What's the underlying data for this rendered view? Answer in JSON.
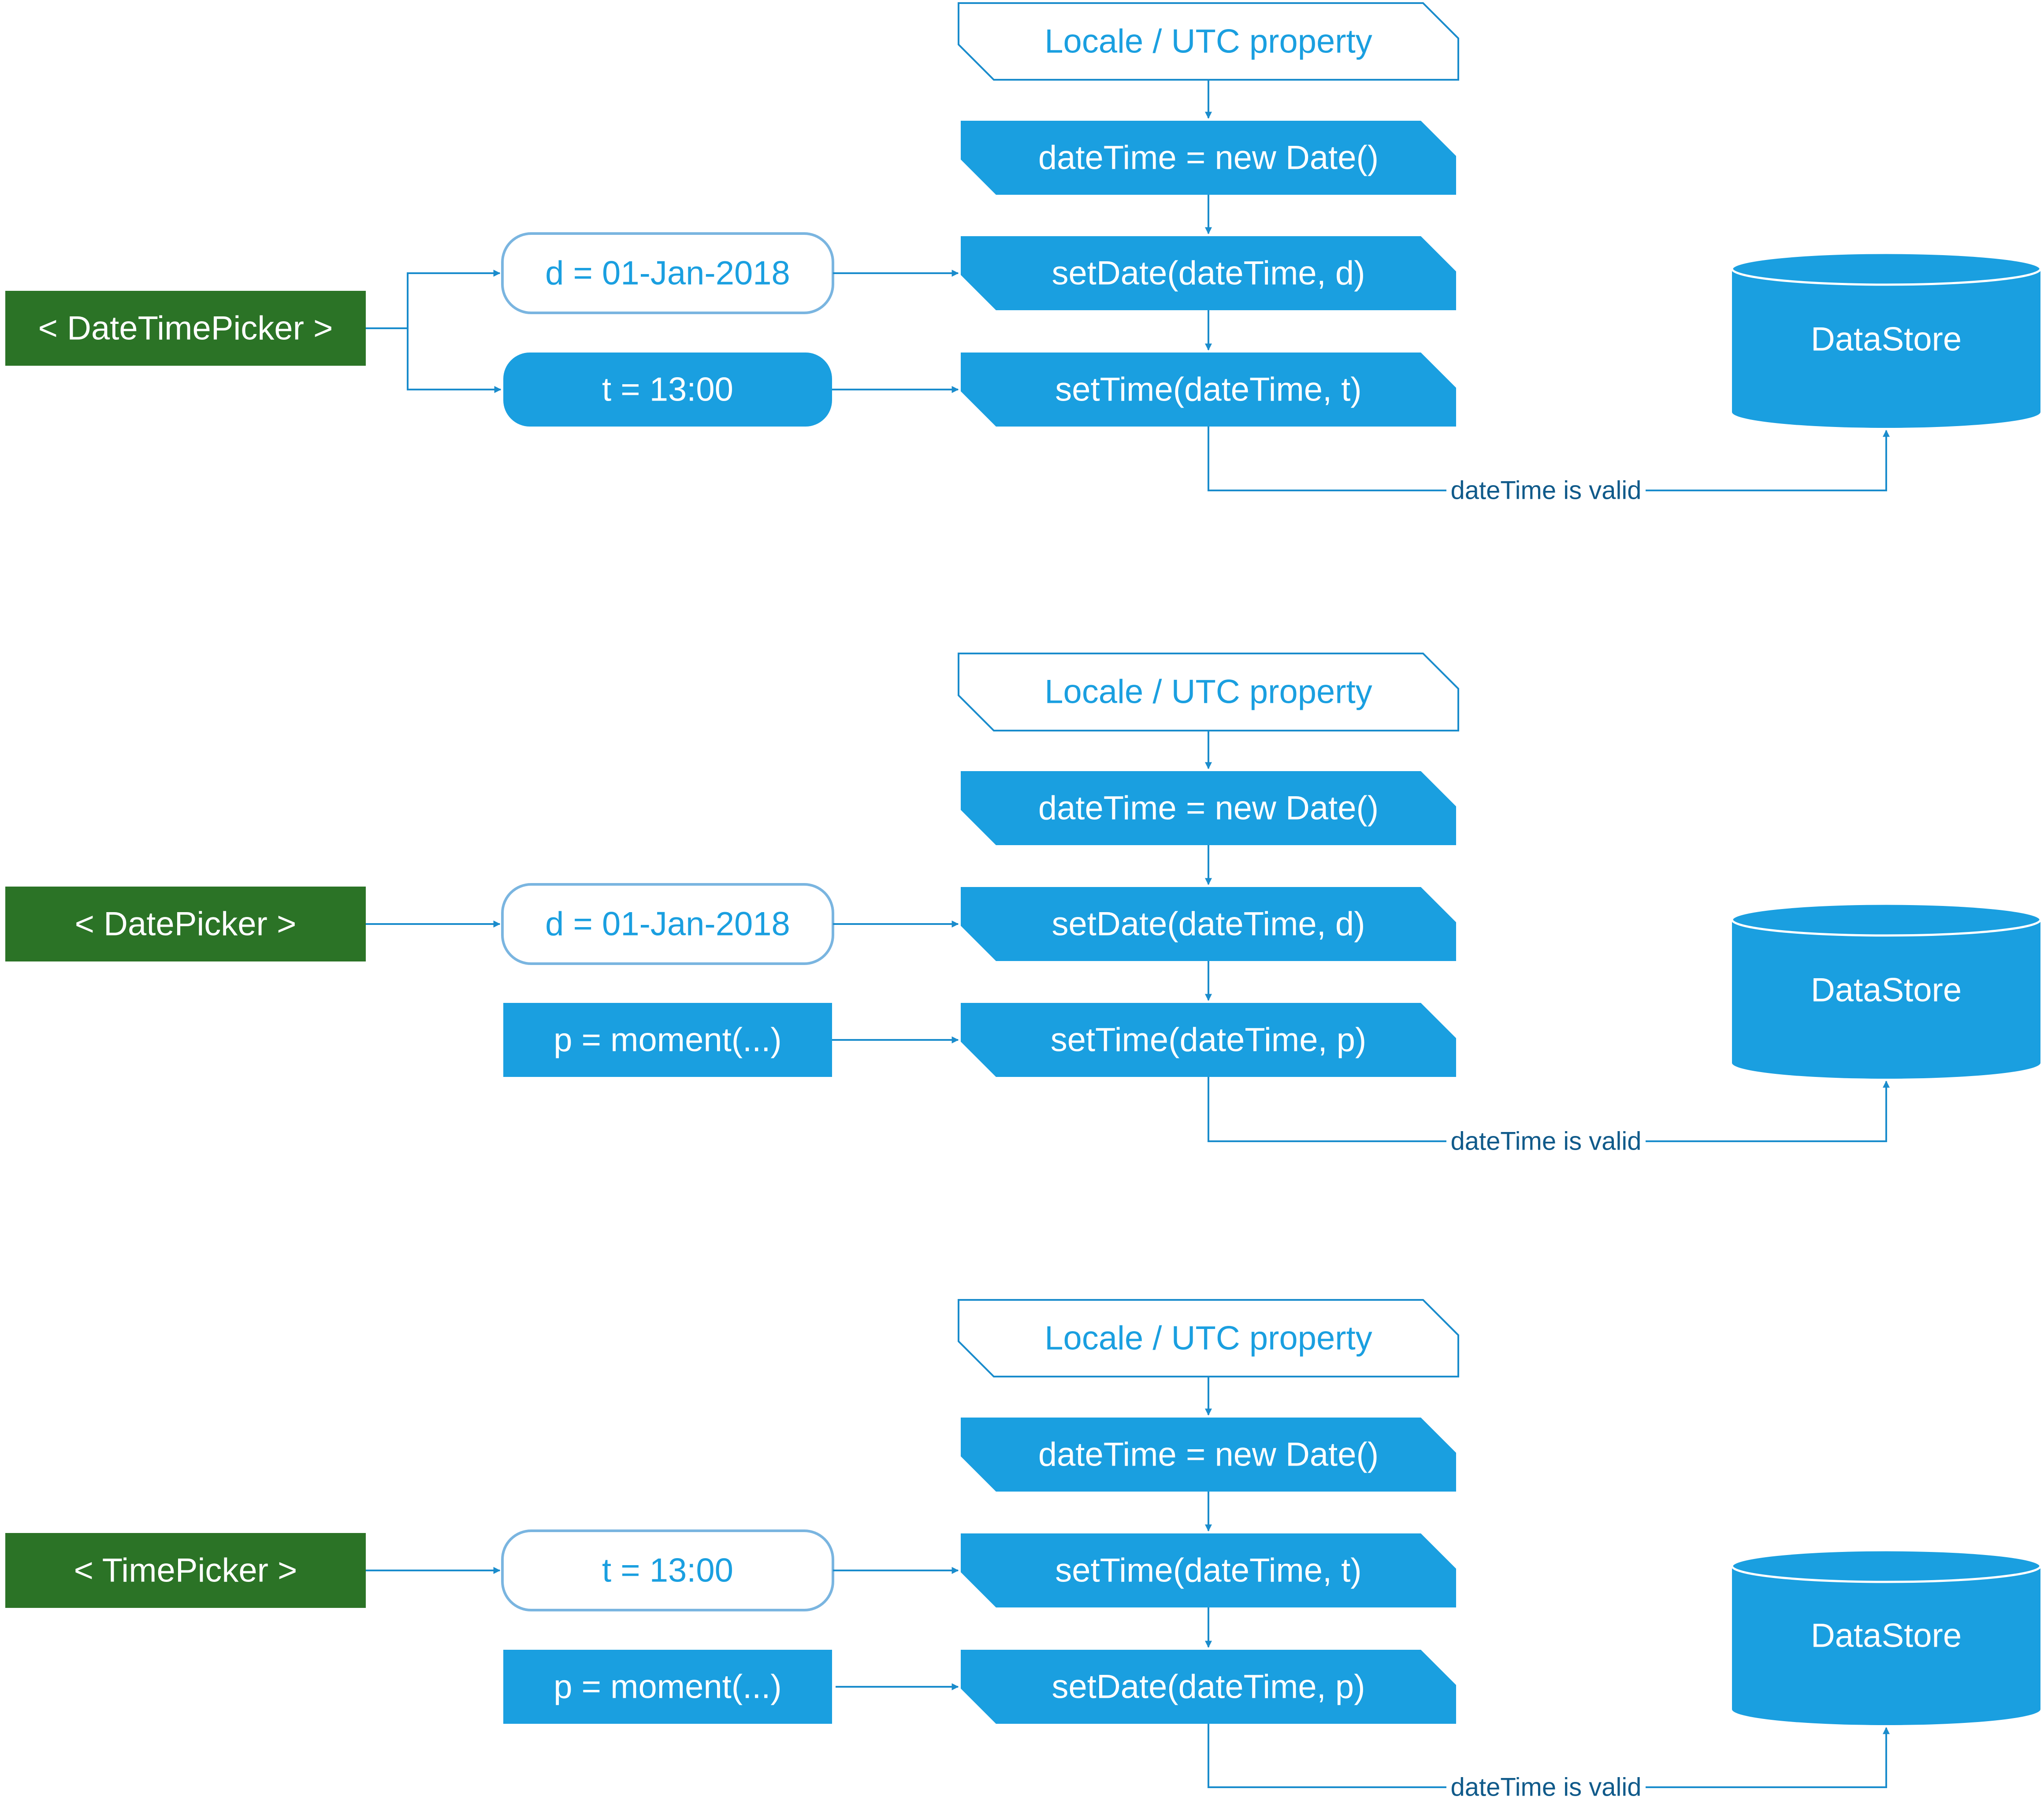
{
  "colors": {
    "blue": "#1a9fe0",
    "green": "#2b7326",
    "line": "#1a8ccc",
    "edge_label": "#105a8a",
    "white": "#ffffff"
  },
  "panels": [
    {
      "picker": "< DateTimePicker >",
      "locale": "Locale / UTC property",
      "init": "dateTime = new Date()",
      "step1": "setDate(dateTime, d)",
      "step2": "setTime(dateTime, t)",
      "input1": "d = 01-Jan-2018",
      "input2": "t = 13:00",
      "store": "DataStore",
      "edge": "dateTime is valid"
    },
    {
      "picker": "< DatePicker >",
      "locale": "Locale / UTC property",
      "init": "dateTime = new Date()",
      "step1": "setDate(dateTime, d)",
      "step2": "setTime(dateTime, p)",
      "input1": "d = 01-Jan-2018",
      "input2": "p = moment(...)",
      "store": "DataStore",
      "edge": "dateTime is valid"
    },
    {
      "picker": "< TimePicker >",
      "locale": "Locale / UTC property",
      "init": "dateTime = new Date()",
      "step1": "setTime(dateTime, t)",
      "step2": "setDate(dateTime, p)",
      "input1": "t = 13:00",
      "input2": "p = moment(...)",
      "store": "DataStore",
      "edge": "dateTime is valid"
    }
  ]
}
